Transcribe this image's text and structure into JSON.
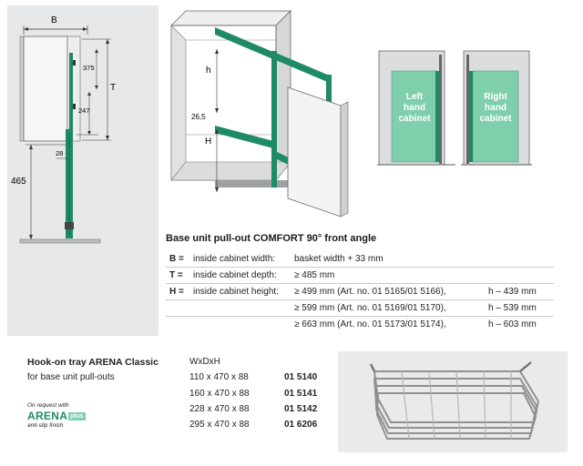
{
  "drawing_left": {
    "labels": {
      "b": "B",
      "t": "T",
      "d375": "375",
      "d247": "247",
      "d28": "28",
      "d465": "465"
    }
  },
  "drawing_iso": {
    "labels": {
      "h_small": "h",
      "d265": "26,5",
      "h_big": "H"
    }
  },
  "drawing_sides": {
    "left": {
      "l1": "Left",
      "l2": "hand",
      "l3": "cabinet"
    },
    "right": {
      "l1": "Right",
      "l2": "hand",
      "l3": "cabinet"
    }
  },
  "spec": {
    "title": "Base unit pull-out COMFORT 90° front angle",
    "rows": [
      {
        "key": "B =",
        "label": "inside cabinet width:",
        "value": "basket width + 33 mm",
        "extra": ""
      },
      {
        "key": "T =",
        "label": "inside cabinet depth:",
        "value": "≥ 485 mm",
        "extra": ""
      },
      {
        "key": "H =",
        "label": "inside cabinet height:",
        "value": "≥ 499 mm (Art. no. 01 5165/01 5166),",
        "extra": "h – 439 mm"
      },
      {
        "key": "",
        "label": "",
        "value": "≥ 599 mm (Art. no. 01 5169/01 5170),",
        "extra": "h – 539 mm"
      },
      {
        "key": "",
        "label": "",
        "value": "≥ 663 mm (Art. no. 01 5173/01 5174),",
        "extra": "h – 603 mm"
      }
    ]
  },
  "tray": {
    "title": "Hook-on tray ARENA Classic",
    "subtitle": "for base unit pull-outs",
    "on_request": "On request with",
    "brand": "ARENA",
    "brand_badge": "plus",
    "finish": "anti-slip finish",
    "size_header": "WxDxH",
    "items": [
      {
        "size": "110 x 470 x 88",
        "art": "01 5140"
      },
      {
        "size": "160 x 470 x 88",
        "art": "01 5141"
      },
      {
        "size": "228 x 470 x 88",
        "art": "01 5142"
      },
      {
        "size": "295 x 470 x 88",
        "art": "01 6206"
      }
    ]
  },
  "colors": {
    "green": "#1e8a66",
    "light_green": "#7fcfad",
    "panel_grey": "#e7e8e9"
  }
}
